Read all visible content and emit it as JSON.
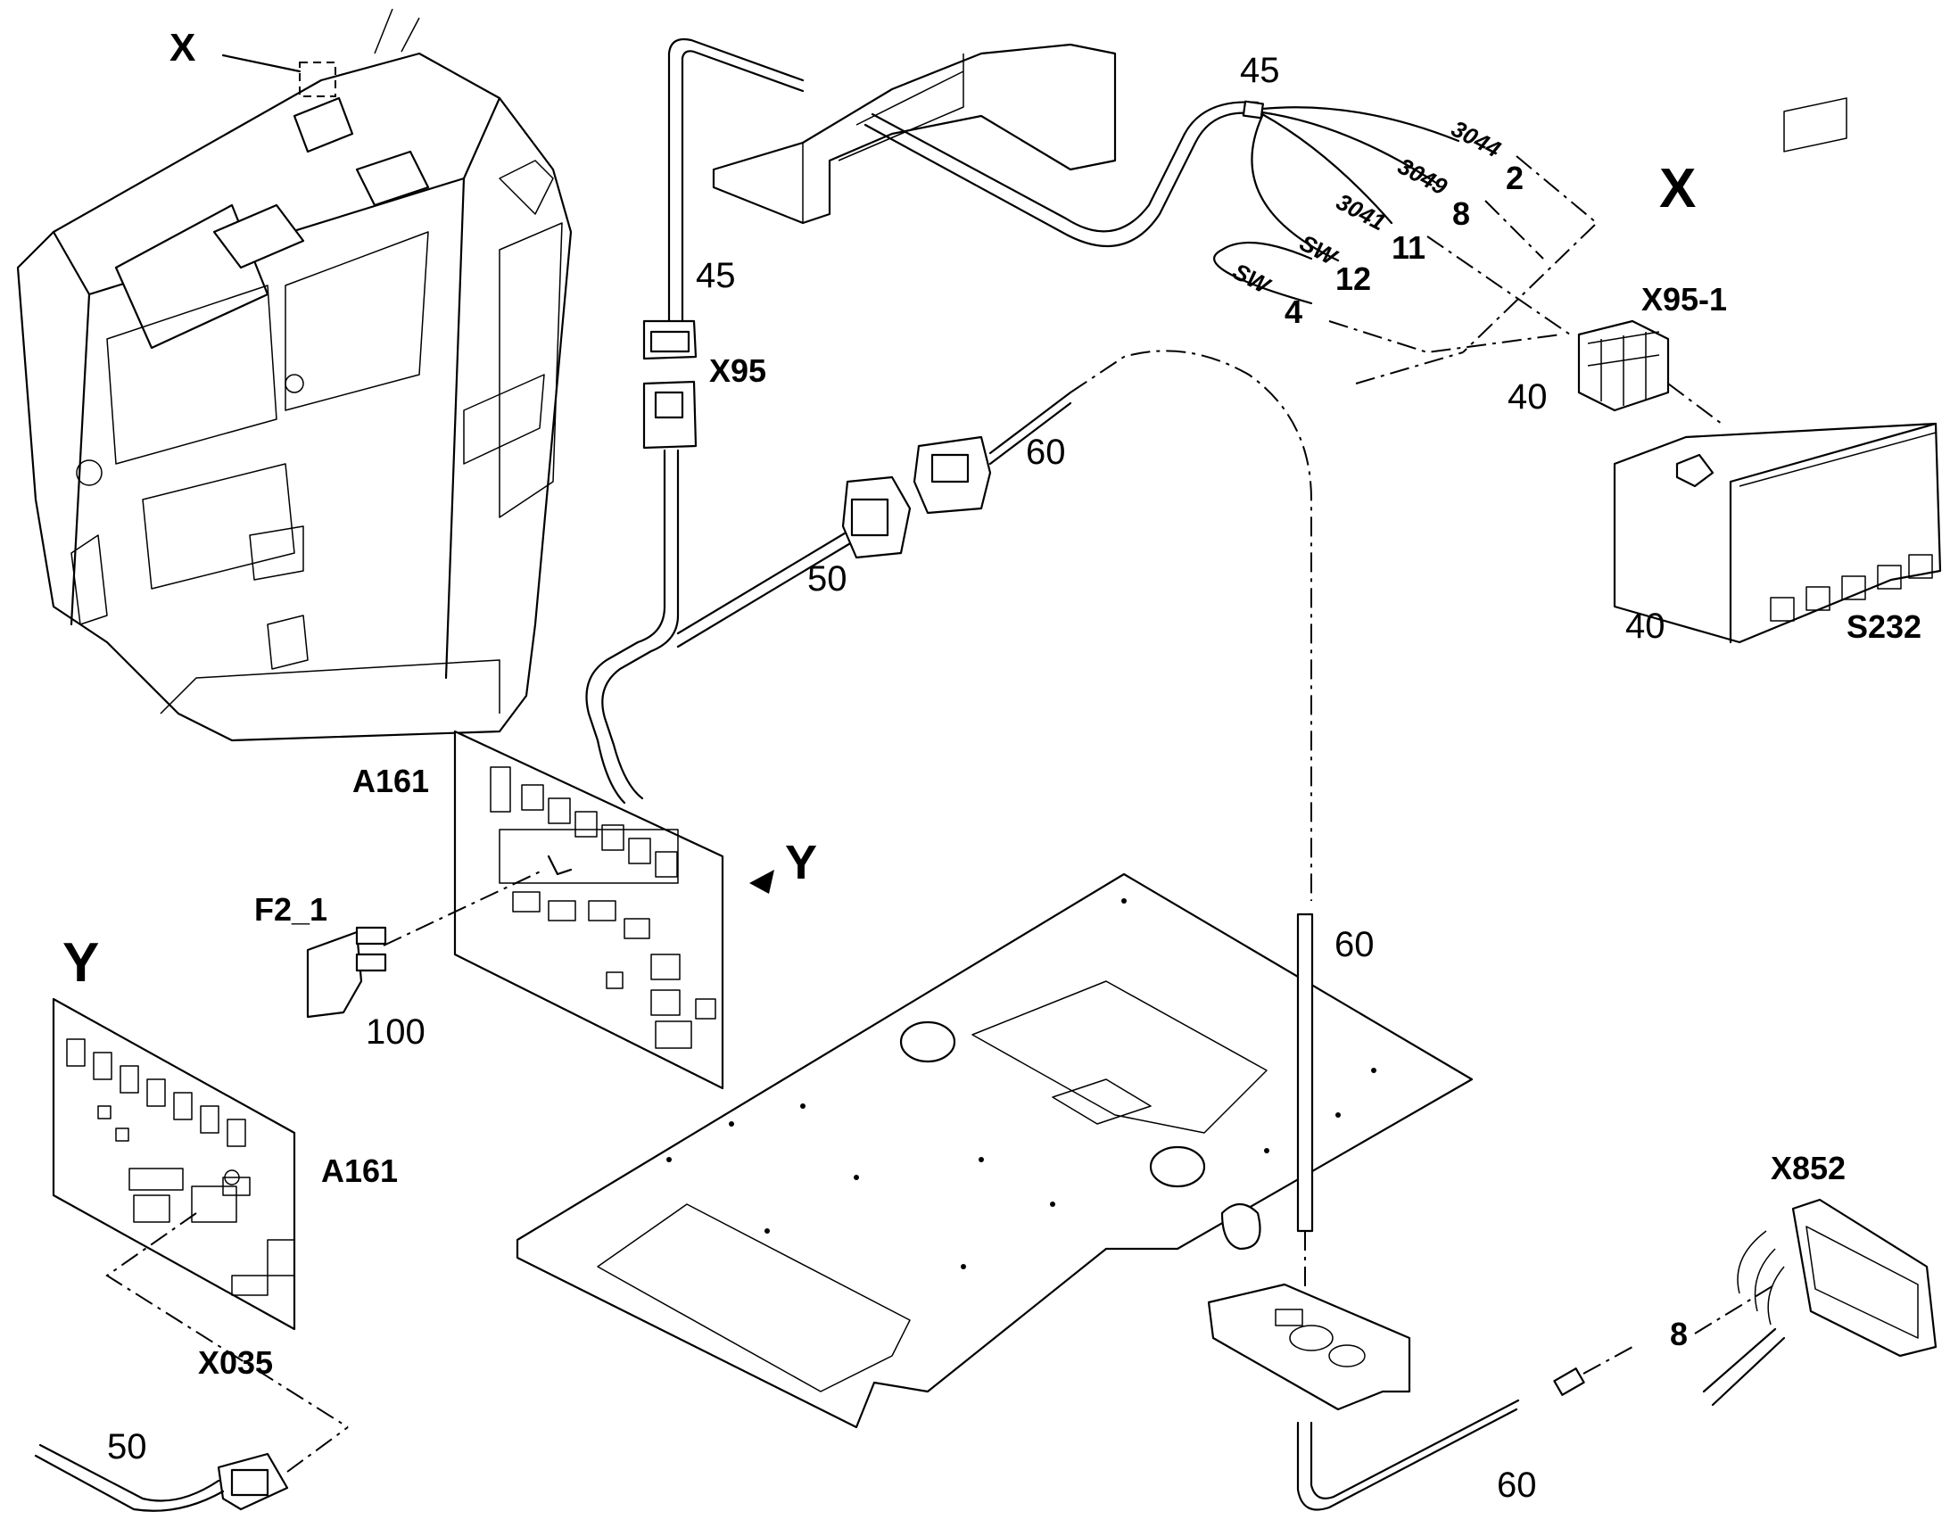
{
  "labels": {
    "detail_x_cab": "X",
    "detail_x_big": "X",
    "detail_y_arrow": "Y",
    "detail_y_big": "Y",
    "part_45_top": "45",
    "part_45_side": "45",
    "conn_x95": "X95",
    "part_60_a": "60",
    "part_50_a": "50",
    "conn_x95_1": "X95-1",
    "part_40_a": "40",
    "part_40_b": "40",
    "switch_s232": "S232",
    "board_a161_top": "A161",
    "board_a161_bottom": "A161",
    "fuse_f2_1": "F2_1",
    "part_100": "100",
    "part_60_b": "60",
    "part_60_c": "60",
    "conn_x852": "X852",
    "part_8": "8",
    "conn_x035": "X035",
    "part_50_b": "50"
  },
  "wires": [
    {
      "code": "3044",
      "pin": "2"
    },
    {
      "code": "3049",
      "pin": "8"
    },
    {
      "code": "3041",
      "pin": "11"
    },
    {
      "code": "SW",
      "pin": "12"
    },
    {
      "code": "SW",
      "pin": "4"
    }
  ]
}
